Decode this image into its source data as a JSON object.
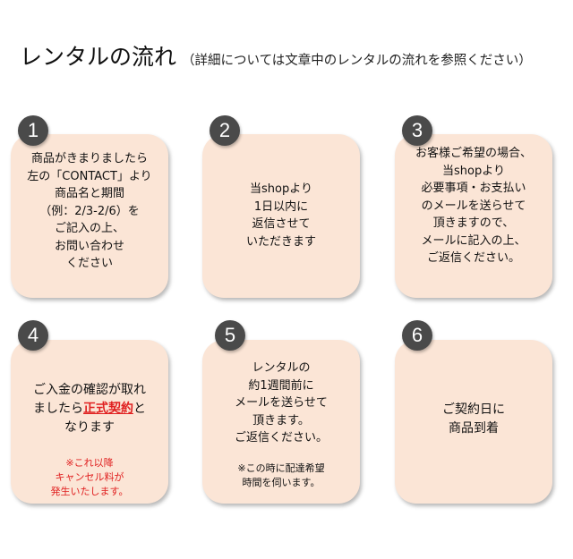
{
  "header": {
    "title": "レンタルの流れ",
    "subtitle": "（詳細については文章中のレンタルの流れを参照ください）"
  },
  "steps": [
    {
      "number": "1",
      "lines": [
        "商品がきまりましたら",
        "左の「CONTACT」より",
        "商品名と期間",
        "（例：2/3-2/6）を",
        "ご記入の上、",
        "お問い合わせ",
        "ください"
      ]
    },
    {
      "number": "2",
      "lines": [
        "当shopより",
        "1日以内に",
        "返信させて",
        "いただきます"
      ]
    },
    {
      "number": "3",
      "lines": [
        "お客様ご希望の場合、",
        "当shopより",
        "必要事項・お支払い",
        "のメールを送らせて",
        "頂きますので、",
        "メールに記入の上、",
        "ご返信ください。"
      ]
    },
    {
      "number": "4",
      "lines": [
        "ご入金の確認が取れ"
      ],
      "line2_before": "ましたら",
      "line2_emphasis": "正式契約",
      "line2_after": "と",
      "line3": "なります",
      "note_lines": [
        "※これ以降",
        "キャンセル料が",
        "発生いたします。"
      ]
    },
    {
      "number": "5",
      "lines": [
        "レンタルの",
        "約1週間前に",
        "メールを送らせて",
        "頂きます。",
        "ご返信ください。"
      ],
      "note_lines": [
        "※この時に配達希望",
        "時間を伺います。"
      ]
    },
    {
      "number": "6",
      "lines": [
        "ご契約日に",
        "商品到着"
      ]
    }
  ],
  "colors": {
    "card_background": "#fbe5d6",
    "badge_background": "#4a4a4a",
    "emphasis_red": "#e02020"
  }
}
